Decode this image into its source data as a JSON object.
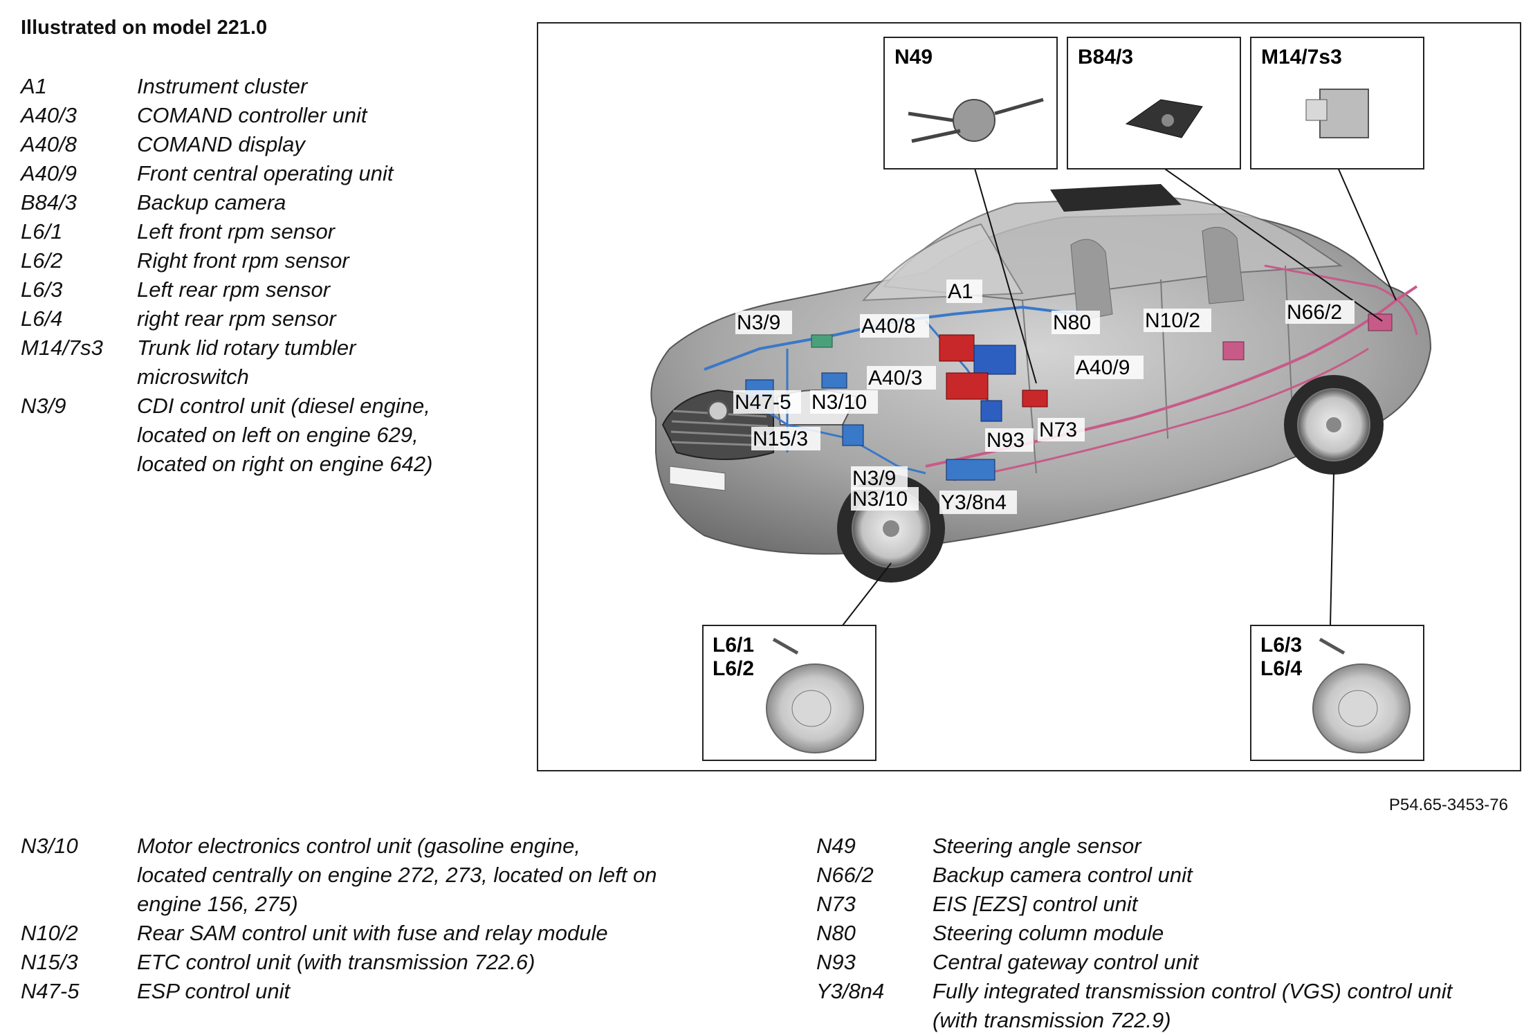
{
  "title": "Illustrated on model 221.0",
  "legend_top": [
    {
      "code": "A1",
      "desc": "Instrument cluster"
    },
    {
      "code": "A40/3",
      "desc": "COMAND controller unit"
    },
    {
      "code": "A40/8",
      "desc": "COMAND display"
    },
    {
      "code": "A40/9",
      "desc": "Front central operating unit"
    },
    {
      "code": "B84/3",
      "desc": "Backup camera"
    },
    {
      "code": "L6/1",
      "desc": "Left front rpm sensor"
    },
    {
      "code": "L6/2",
      "desc": "Right front rpm sensor"
    },
    {
      "code": "L6/3",
      "desc": "Left rear rpm sensor"
    },
    {
      "code": "L6/4",
      "desc": "right rear rpm sensor"
    },
    {
      "code": "M14/7s3",
      "desc": "Trunk lid rotary tumbler",
      "desc2": "microswitch"
    },
    {
      "code": "N3/9",
      "desc": "CDI control unit (diesel engine,",
      "desc2": "located on left on engine 629,",
      "desc3": "located on right on engine 642)"
    }
  ],
  "legend_bottom_left": [
    {
      "code": "N3/10",
      "desc": "Motor electronics control unit (gasoline engine,",
      "desc2": "located centrally on engine 272, 273, located on left on",
      "desc3": "engine 156, 275)"
    },
    {
      "code": "N10/2",
      "desc": "Rear SAM control unit with fuse and relay module"
    },
    {
      "code": "N15/3",
      "desc": "ETC control unit (with transmission 722.6)"
    },
    {
      "code": "N47-5",
      "desc": "ESP control unit"
    }
  ],
  "legend_bottom_right": [
    {
      "code": "N49",
      "desc": "Steering angle sensor"
    },
    {
      "code": "N66/2",
      "desc": "Backup camera control unit"
    },
    {
      "code": "N73",
      "desc": "EIS [EZS] control unit"
    },
    {
      "code": "N80",
      "desc": "Steering column module"
    },
    {
      "code": "N93",
      "desc": "Central gateway control unit"
    },
    {
      "code": "Y3/8n4",
      "desc": "Fully integrated transmission control (VGS) control unit",
      "desc2": "(with transmission 722.9)"
    }
  ],
  "figure_ref": "P54.65-3453-76",
  "insets": {
    "n49": "N49",
    "b84_3": "B84/3",
    "m14_7s3": "M14/7s3",
    "l6_front_1": "L6/1",
    "l6_front_2": "L6/2",
    "l6_rear_1": "L6/3",
    "l6_rear_2": "L6/4"
  },
  "callouts": {
    "a1": "A1",
    "n3_9_top": "N3/9",
    "a40_8": "A40/8",
    "n80": "N80",
    "n10_2": "N10/2",
    "n66_2": "N66/2",
    "a40_9": "A40/9",
    "a40_3": "A40/3",
    "n47_5": "N47-5",
    "n3_10": "N3/10",
    "n73": "N73",
    "n15_3": "N15/3",
    "n93": "N93",
    "n3_9_bottom": "N3/9",
    "n3_10_bottom": "N3/10",
    "y3_8n4": "Y3/8n4"
  },
  "colors": {
    "car_body": "#a9a9a9",
    "wiring_blue": "#3a78c8",
    "wiring_pink": "#c85a88",
    "module_red": "#c8282a",
    "module_blue": "#2c5fc0",
    "module_green": "#4aa07a"
  }
}
